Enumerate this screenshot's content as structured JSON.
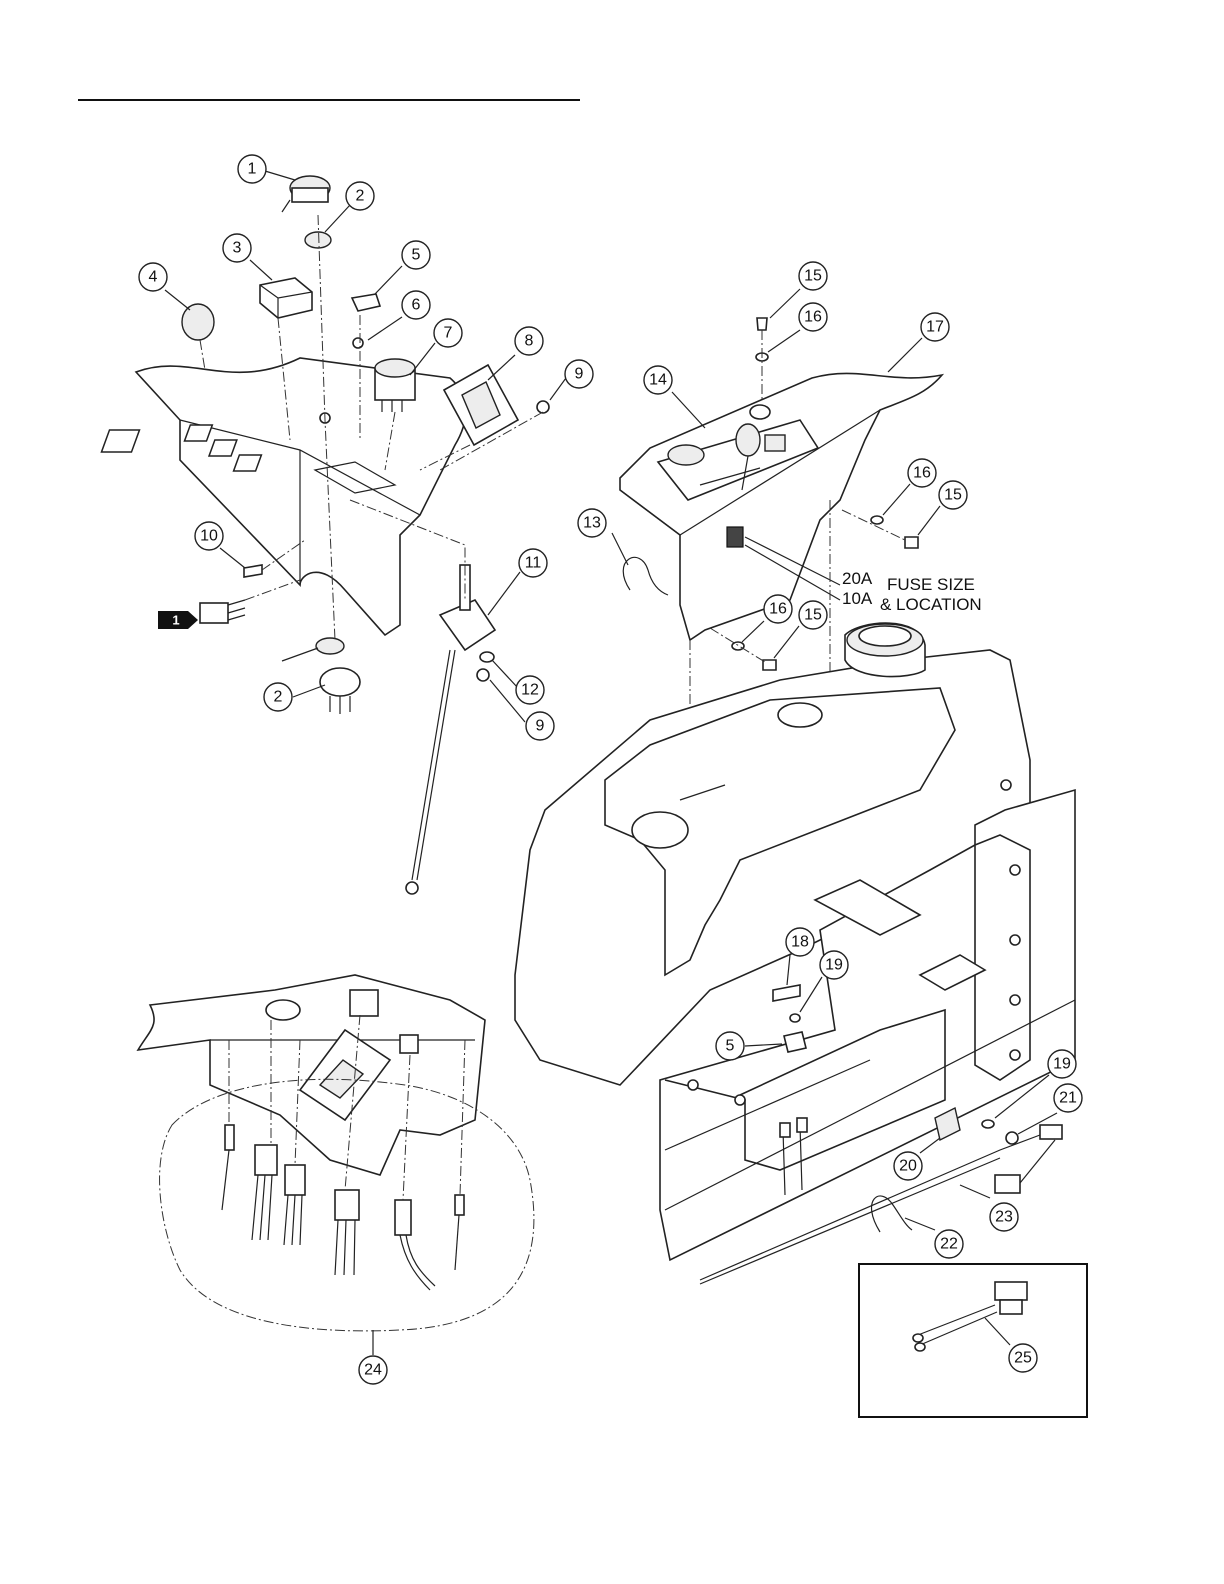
{
  "balloons": [
    {
      "id": "b1",
      "label": "1"
    },
    {
      "id": "b2a",
      "label": "2"
    },
    {
      "id": "b2b",
      "label": "2"
    },
    {
      "id": "b3",
      "label": "3"
    },
    {
      "id": "b4",
      "label": "4"
    },
    {
      "id": "b5a",
      "label": "5"
    },
    {
      "id": "b5b",
      "label": "5"
    },
    {
      "id": "b6",
      "label": "6"
    },
    {
      "id": "b7",
      "label": "7"
    },
    {
      "id": "b8",
      "label": "8"
    },
    {
      "id": "b9a",
      "label": "9"
    },
    {
      "id": "b9b",
      "label": "9"
    },
    {
      "id": "b10",
      "label": "10"
    },
    {
      "id": "b11",
      "label": "11"
    },
    {
      "id": "b12",
      "label": "12"
    },
    {
      "id": "b13",
      "label": "13"
    },
    {
      "id": "b14",
      "label": "14"
    },
    {
      "id": "b15a",
      "label": "15"
    },
    {
      "id": "b15b",
      "label": "15"
    },
    {
      "id": "b15c",
      "label": "15"
    },
    {
      "id": "b16a",
      "label": "16"
    },
    {
      "id": "b16b",
      "label": "16"
    },
    {
      "id": "b16c",
      "label": "16"
    },
    {
      "id": "b17",
      "label": "17"
    },
    {
      "id": "b18",
      "label": "18"
    },
    {
      "id": "b19a",
      "label": "19"
    },
    {
      "id": "b19b",
      "label": "19"
    },
    {
      "id": "b20",
      "label": "20"
    },
    {
      "id": "b21",
      "label": "21"
    },
    {
      "id": "b22",
      "label": "22"
    },
    {
      "id": "b23",
      "label": "23"
    },
    {
      "id": "b24",
      "label": "24"
    },
    {
      "id": "b25",
      "label": "25"
    }
  ],
  "reference_tag": "1",
  "fuse_callout": {
    "rating_upper": "20A",
    "rating_lower": "10A",
    "caption_line1": "FUSE SIZE",
    "caption_line2": "& LOCATION"
  }
}
